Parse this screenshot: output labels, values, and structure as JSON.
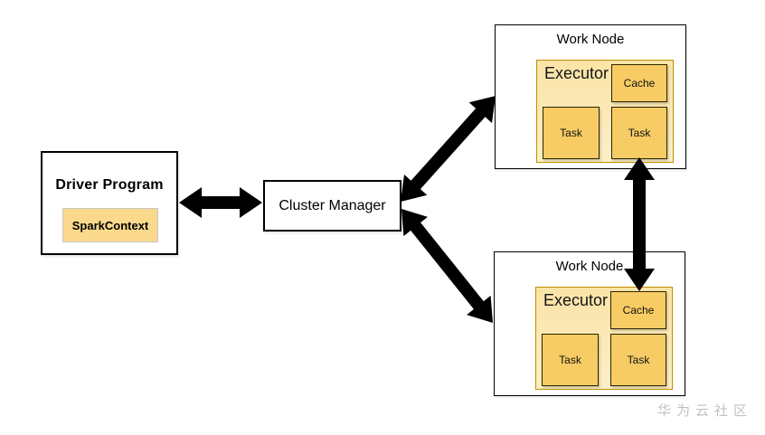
{
  "diagram": {
    "driver": {
      "title": "Driver Program",
      "spark_context": "SparkContext"
    },
    "cluster_manager": {
      "label": "Cluster Manager"
    },
    "work_nodes": [
      {
        "title": "Work Node",
        "executor": {
          "label": "Executor",
          "cache": "Cache",
          "tasks": [
            "Task",
            "Task"
          ]
        }
      },
      {
        "title": "Work Node",
        "executor": {
          "label": "Executor",
          "cache": "Cache",
          "tasks": [
            "Task",
            "Task"
          ]
        }
      }
    ],
    "watermark": "华为云社区",
    "colors": {
      "executor_fill_top": "#FAE3A6",
      "executor_fill_bottom": "#FCEEC6",
      "executor_border": "#BE9000",
      "node_fill": "#F8CC64",
      "node_border": "#2B2300",
      "spark_fill": "#FAD98C",
      "spark_border": "#C8C8C8",
      "arrow": "#000000",
      "watermark": "#C2C2C2"
    }
  }
}
